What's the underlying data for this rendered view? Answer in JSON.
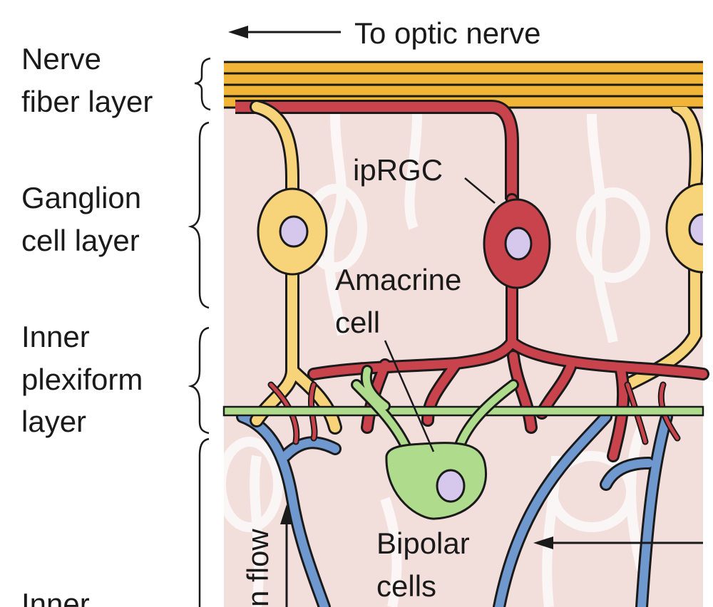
{
  "labels": {
    "to_optic_nerve": "To optic nerve",
    "nerve_fiber_layer": [
      "Nerve",
      "fiber layer"
    ],
    "ganglion_cell_layer": [
      "Ganglion",
      "cell layer"
    ],
    "inner_plexiform_layer": [
      "Inner",
      "plexiform",
      "layer"
    ],
    "inner_nuclear_partial": "Inner",
    "iprgc": "ipRGC",
    "amacrine_cell": [
      "Amacrine",
      "cell"
    ],
    "bipolar_cells": [
      "Bipolar",
      "cells"
    ],
    "light_flow_partial": "n flow"
  },
  "colors": {
    "background_tissue": "#f2dedb",
    "nerve_fiber": "#f0b437",
    "ganglion_yellow": "#f7d37a",
    "iprgc_red": "#c9434c",
    "amacrine_green": "#aedb8c",
    "bipolar_blue": "#6f98cf",
    "nucleus": "#d6c8ec",
    "outline": "#1a1a1a"
  }
}
